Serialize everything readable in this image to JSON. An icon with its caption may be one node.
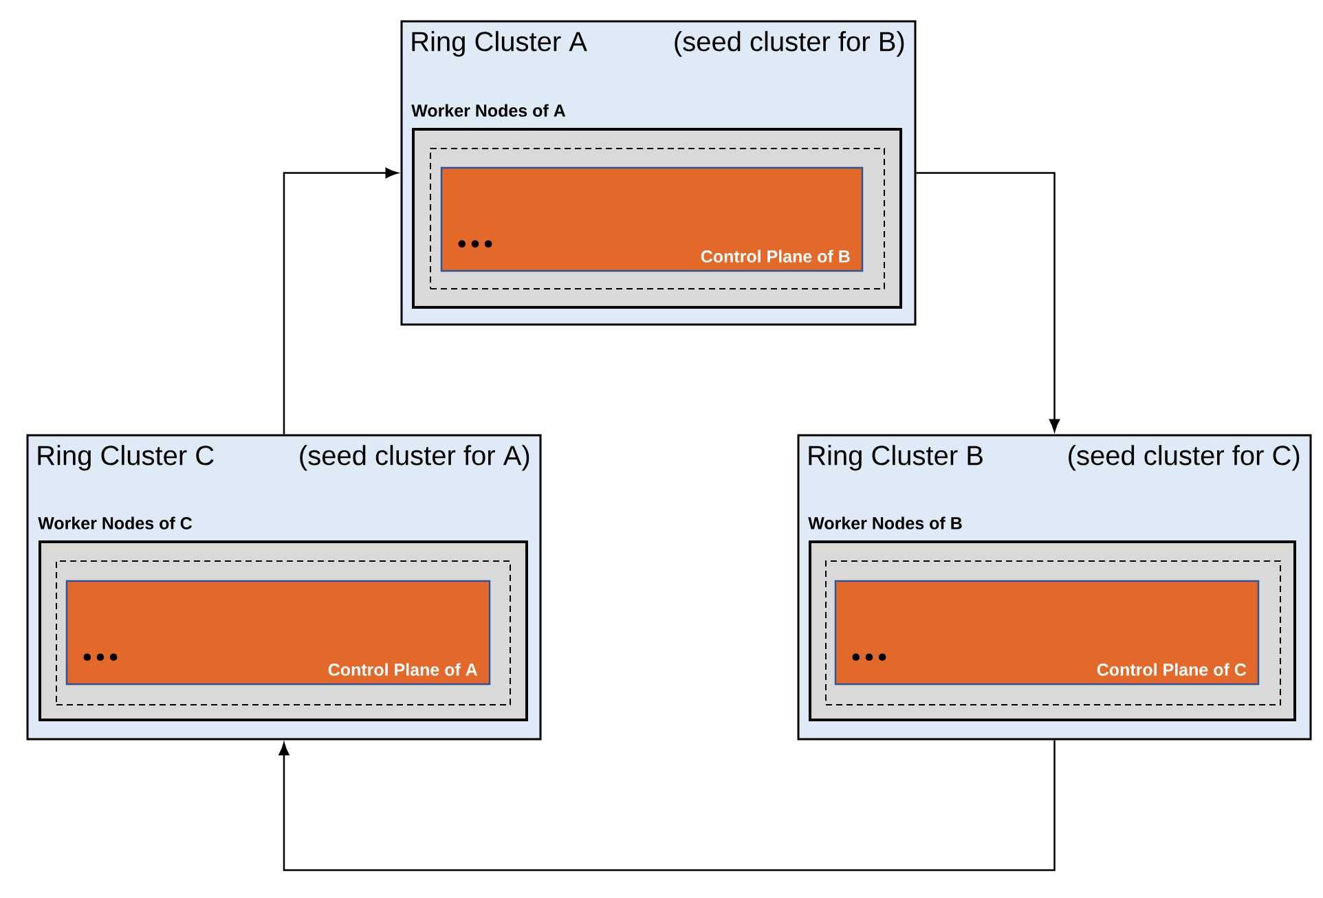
{
  "diagram": {
    "nodes": [
      {
        "text": [
          "Ring Cluster A",
          "(seed cluster for B)"
        ]
      },
      {
        "text": [
          "Worker Nodes of A"
        ],
        "in": 0
      },
      {
        "text": [],
        "shape": "box",
        "in": 1
      },
      {
        "text": [
          "•••",
          "Control Plane of B"
        ],
        "in": 2
      },
      {
        "text": [
          "Ring Cluster C",
          "(seed cluster for A)"
        ]
      },
      {
        "text": [
          "Worker Nodes of C"
        ],
        "in": 4
      },
      {
        "text": [],
        "shape": "box",
        "in": 5
      },
      {
        "text": [
          "•••",
          "Control Plane of A"
        ],
        "in": 6
      },
      {
        "text": [
          "Ring Cluster B",
          "(seed cluster for C)"
        ]
      },
      {
        "text": [
          "Worker Nodes of B"
        ],
        "in": 8
      },
      {
        "text": [],
        "shape": "box",
        "in": 9
      },
      {
        "text": [
          "•••",
          "Control Plane of C"
        ],
        "in": 10
      }
    ],
    "edges": [
      {
        "from": 4,
        "to": 0,
        "arrow": "to"
      },
      {
        "from": 0,
        "to": 8,
        "arrow": "to"
      },
      {
        "from": 8,
        "to": 4,
        "arrow": "to"
      }
    ]
  }
}
